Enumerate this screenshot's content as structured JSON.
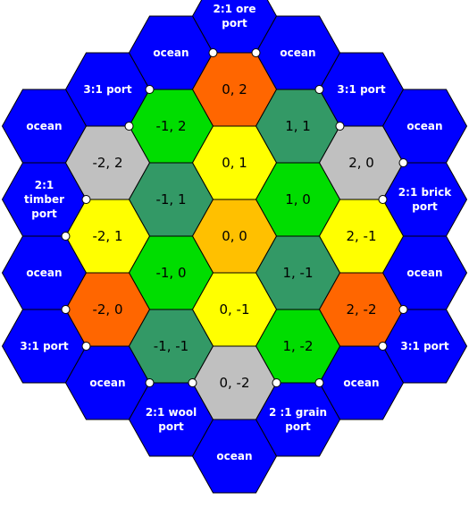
{
  "colors": {
    "ocean": "#0000ff",
    "ore": "#ff6600",
    "pasture": "#00dd00",
    "forest": "#339966",
    "desert": "#c0c0c0",
    "grain": "#ffff00",
    "center": "#ffc000",
    "outline": "#000000",
    "port_marker": "#ffffff"
  },
  "ocean_tiles": [
    {
      "q": 0,
      "r": 3,
      "lines": [
        "2:1 ore",
        "port"
      ]
    },
    {
      "q": -1,
      "r": 3,
      "lines": [
        "ocean"
      ]
    },
    {
      "q": 1,
      "r": 2,
      "lines": [
        "ocean"
      ]
    },
    {
      "q": -2,
      "r": 3,
      "lines": [
        "3:1 port"
      ]
    },
    {
      "q": 2,
      "r": 1,
      "lines": [
        "3:1 port"
      ]
    },
    {
      "q": -3,
      "r": 3,
      "lines": [
        "ocean"
      ]
    },
    {
      "q": 3,
      "r": 0,
      "lines": [
        "ocean"
      ]
    },
    {
      "q": -3,
      "r": 2,
      "lines": [
        "2:1",
        "timber",
        "port"
      ]
    },
    {
      "q": 3,
      "r": -1,
      "lines": [
        "2:1 brick",
        "port"
      ]
    },
    {
      "q": -3,
      "r": 1,
      "lines": [
        "ocean"
      ]
    },
    {
      "q": 3,
      "r": -2,
      "lines": [
        "ocean"
      ]
    },
    {
      "q": -3,
      "r": 0,
      "lines": [
        "3:1 port"
      ]
    },
    {
      "q": 3,
      "r": -3,
      "lines": [
        "3:1 port"
      ]
    },
    {
      "q": -2,
      "r": -1,
      "lines": [
        "ocean"
      ]
    },
    {
      "q": 2,
      "r": -3,
      "lines": [
        "ocean"
      ]
    },
    {
      "q": -1,
      "r": -2,
      "lines": [
        "2:1 wool",
        "port"
      ]
    },
    {
      "q": 1,
      "r": -3,
      "lines": [
        "2 :1 grain",
        "port"
      ]
    },
    {
      "q": 0,
      "r": -3,
      "lines": [
        "ocean"
      ]
    }
  ],
  "land_tiles": [
    {
      "q": 0,
      "r": 2,
      "label": "0, 2",
      "terrain": "ore"
    },
    {
      "q": -1,
      "r": 2,
      "label": "-1, 2",
      "terrain": "pasture"
    },
    {
      "q": 1,
      "r": 1,
      "label": "1, 1",
      "terrain": "forest"
    },
    {
      "q": -2,
      "r": 2,
      "label": "-2, 2",
      "terrain": "desert"
    },
    {
      "q": 0,
      "r": 1,
      "label": "0, 1",
      "terrain": "grain"
    },
    {
      "q": 2,
      "r": 0,
      "label": "2, 0",
      "terrain": "desert"
    },
    {
      "q": -1,
      "r": 1,
      "label": "-1, 1",
      "terrain": "forest"
    },
    {
      "q": 1,
      "r": 0,
      "label": "1, 0",
      "terrain": "pasture"
    },
    {
      "q": -2,
      "r": 1,
      "label": "-2, 1",
      "terrain": "grain"
    },
    {
      "q": 0,
      "r": 0,
      "label": "0, 0",
      "terrain": "center"
    },
    {
      "q": 2,
      "r": -1,
      "label": "2, -1",
      "terrain": "grain"
    },
    {
      "q": -1,
      "r": 0,
      "label": "-1, 0",
      "terrain": "pasture"
    },
    {
      "q": 1,
      "r": -1,
      "label": "1, -1",
      "terrain": "forest"
    },
    {
      "q": -2,
      "r": 0,
      "label": "-2, 0",
      "terrain": "ore"
    },
    {
      "q": 0,
      "r": -1,
      "label": "0, -1",
      "terrain": "grain"
    },
    {
      "q": 2,
      "r": -2,
      "label": "2, -2",
      "terrain": "ore"
    },
    {
      "q": -1,
      "r": -1,
      "label": "-1, -1",
      "terrain": "forest"
    },
    {
      "q": 1,
      "r": -2,
      "label": "1, -2",
      "terrain": "pasture"
    },
    {
      "q": 0,
      "r": -2,
      "label": "0, -2",
      "terrain": "desert"
    }
  ],
  "port_markers": [
    {
      "port": "ore",
      "q": 0,
      "r": 3,
      "corner": "bottom-left"
    },
    {
      "port": "ore",
      "q": 0,
      "r": 3,
      "corner": "bottom-right"
    },
    {
      "port": "3:1 top-left",
      "q": -2,
      "r": 3,
      "corner": "right"
    },
    {
      "port": "3:1 top-left",
      "q": -2,
      "r": 3,
      "corner": "bottom-right"
    },
    {
      "port": "3:1 top-right",
      "q": 2,
      "r": 1,
      "corner": "left"
    },
    {
      "port": "3:1 top-right",
      "q": 2,
      "r": 1,
      "corner": "bottom-left"
    },
    {
      "port": "timber",
      "q": -3,
      "r": 2,
      "corner": "right"
    },
    {
      "port": "timber",
      "q": -3,
      "r": 2,
      "corner": "bottom-right"
    },
    {
      "port": "brick",
      "q": 3,
      "r": -1,
      "corner": "top-left"
    },
    {
      "port": "brick",
      "q": 3,
      "r": -1,
      "corner": "left"
    },
    {
      "port": "3:1 bottom-left",
      "q": -3,
      "r": 0,
      "corner": "top-right"
    },
    {
      "port": "3:1 bottom-left",
      "q": -3,
      "r": 0,
      "corner": "right"
    },
    {
      "port": "3:1 bottom-right",
      "q": 3,
      "r": -3,
      "corner": "top-left"
    },
    {
      "port": "3:1 bottom-right",
      "q": 3,
      "r": -3,
      "corner": "left"
    },
    {
      "port": "wool",
      "q": -1,
      "r": -2,
      "corner": "top-left"
    },
    {
      "port": "wool",
      "q": -1,
      "r": -2,
      "corner": "top-right"
    },
    {
      "port": "grain",
      "q": 1,
      "r": -3,
      "corner": "top-left"
    },
    {
      "port": "grain",
      "q": 1,
      "r": -3,
      "corner": "top-right"
    }
  ]
}
